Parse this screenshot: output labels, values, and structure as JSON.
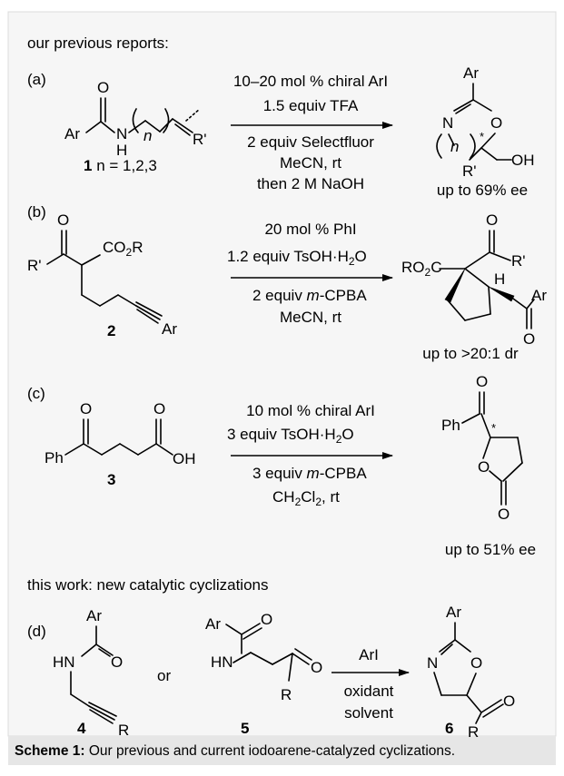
{
  "header_previous": "our previous reports:",
  "header_this_work": "this work: new catalytic cyclizations",
  "panel_a": {
    "label": "(a)",
    "reactant_number": "1",
    "reactant_n": "n = 1,2,3",
    "conditions": [
      "10–20 mol % chiral ArI",
      "1.5 equiv TFA",
      "2 equiv Selectfluor",
      "MeCN, rt",
      "then 2 M NaOH"
    ],
    "result": "up to 69% ee"
  },
  "panel_b": {
    "label": "(b)",
    "reactant_number": "2",
    "conditions": [
      "20 mol % PhI",
      "1.2 equiv TsOH·H2O",
      "2 equiv m-CPBA",
      "MeCN, rt"
    ],
    "result": "up to >20:1 dr"
  },
  "panel_c": {
    "label": "(c)",
    "reactant_number": "3",
    "conditions": [
      "10 mol % chiral ArI",
      "3 equiv TsOH·H2O",
      "3 equiv m-CPBA",
      "CH2Cl2, rt"
    ],
    "result": "up to 51% ee"
  },
  "panel_d": {
    "label": "(d)",
    "or_text": "or",
    "numbers": [
      "4",
      "5",
      "6"
    ],
    "conditions": [
      "ArI",
      "oxidant",
      "solvent"
    ]
  },
  "caption": {
    "bold": "Scheme 1:",
    "text": " Our previous and current iodoarene-catalyzed cyclizations."
  }
}
